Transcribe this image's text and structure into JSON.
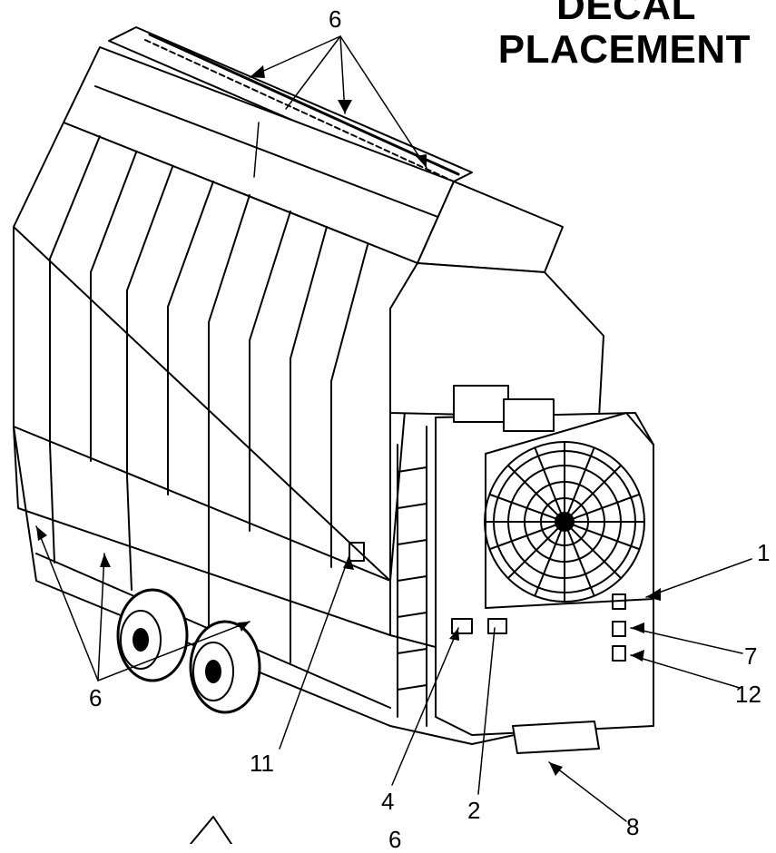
{
  "title": {
    "line1": "DECAL",
    "line2": "PLACEMENT"
  },
  "callouts": [
    {
      "id": "c6_top",
      "label": "6"
    },
    {
      "id": "c1",
      "label": "1"
    },
    {
      "id": "c7",
      "label": "7"
    },
    {
      "id": "c12",
      "label": "12"
    },
    {
      "id": "c6_bottom",
      "label": "6"
    },
    {
      "id": "c11",
      "label": "11"
    },
    {
      "id": "c4",
      "label": "4"
    },
    {
      "id": "c2",
      "label": "2"
    },
    {
      "id": "c8",
      "label": "8"
    },
    {
      "id": "c6_cut",
      "label": "6"
    }
  ]
}
